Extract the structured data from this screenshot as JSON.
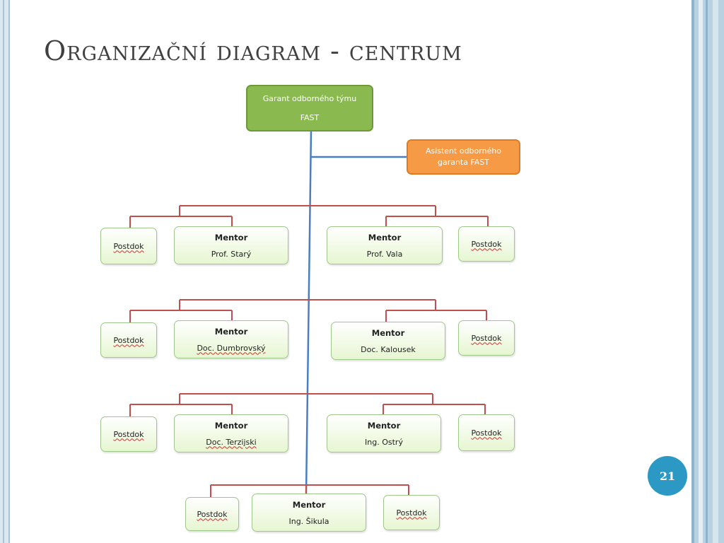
{
  "slide": {
    "title": "Organizační diagram - centrum",
    "page_number": "21"
  },
  "colors": {
    "head_fill": "#8aba4f",
    "assistant_fill": "#f79a46",
    "node_fill": "#e6f6d1",
    "trunk_line": "#4a7ec2",
    "branch_line": "#c0504d",
    "page_badge": "#2b99c4"
  },
  "chart": {
    "head": {
      "line1": "Garant odborného týmu",
      "line2": "FAST"
    },
    "assistant": {
      "line1": "Asistent odborného",
      "line2": "garanta FAST"
    },
    "rows": [
      {
        "left_postdoc": "Postdok",
        "left_mentor_role": "Mentor",
        "left_mentor_name": "Prof. Starý",
        "right_mentor_role": "Mentor",
        "right_mentor_name": "Prof. Vala",
        "right_postdoc": "Postdok"
      },
      {
        "left_postdoc": "Postdok",
        "left_mentor_role": "Mentor",
        "left_mentor_name": "Doc. Dumbrovský",
        "right_mentor_role": "Mentor",
        "right_mentor_name": "Doc. Kalousek",
        "right_postdoc": "Postdok"
      },
      {
        "left_postdoc": "Postdok",
        "left_mentor_role": "Mentor",
        "left_mentor_name": "Doc. Terzijski",
        "right_mentor_role": "Mentor",
        "right_mentor_name": "Ing. Ostrý",
        "right_postdoc": "Postdok"
      }
    ],
    "bottom": {
      "left_postdoc": "Postdok",
      "mentor_role": "Mentor",
      "mentor_name": "Ing. Šikula",
      "right_postdoc": "Postdok"
    }
  }
}
